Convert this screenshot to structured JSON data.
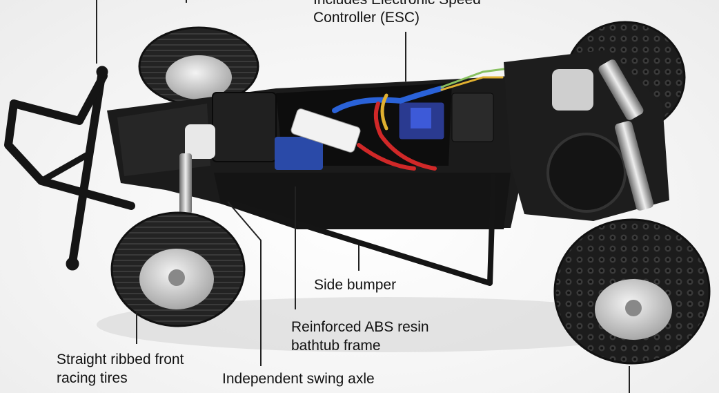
{
  "image": {
    "subject": "rc-buggy-chassis"
  },
  "labels": {
    "esc_line1": "Includes Electronic Speed",
    "esc_line2": "Controller (ESC)",
    "side_bumper": "Side bumper",
    "frame_line1": "Reinforced  ABS resin",
    "frame_line2": "bathtub frame",
    "tires_line1": "Straight ribbed front",
    "tires_line2": "racing tires",
    "swing_axle": "Independent swing axle"
  },
  "colors": {
    "chassis": "#1a1a1a",
    "tire": "#202020",
    "hub": "#d8d8d8",
    "wire_blue": "#2a62d8",
    "wire_red": "#d02828",
    "wire_yellow": "#e0b030",
    "leader_line": "#222222"
  }
}
